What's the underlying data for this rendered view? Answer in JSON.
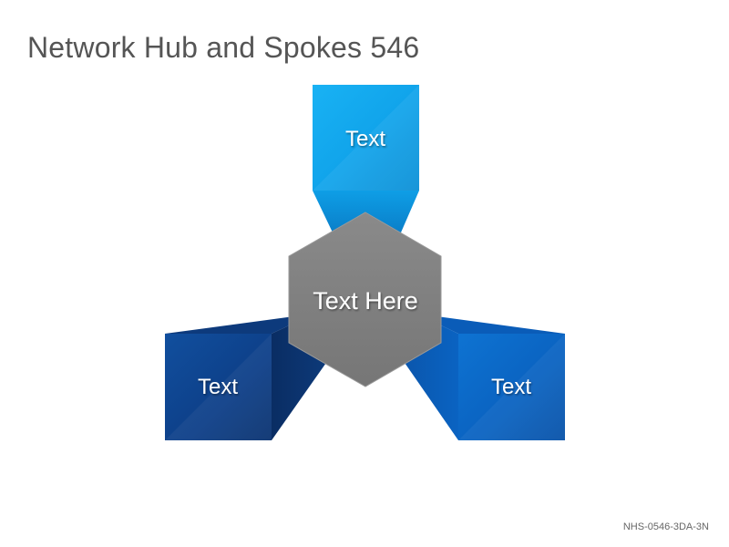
{
  "title": "Network Hub and Spokes 546",
  "hub": {
    "label": "Text Here"
  },
  "spokes": [
    {
      "label": "Text"
    },
    {
      "label": "Text"
    },
    {
      "label": "Text"
    }
  ],
  "footer": {
    "code": "NHS-0546-3DA-3N"
  },
  "colors": {
    "title": "#555555",
    "hub": "#808080",
    "spoke_top": "#14a9ee",
    "spoke_left": "#0c3e86",
    "spoke_right": "#0a64c4",
    "footer": "#666666"
  }
}
